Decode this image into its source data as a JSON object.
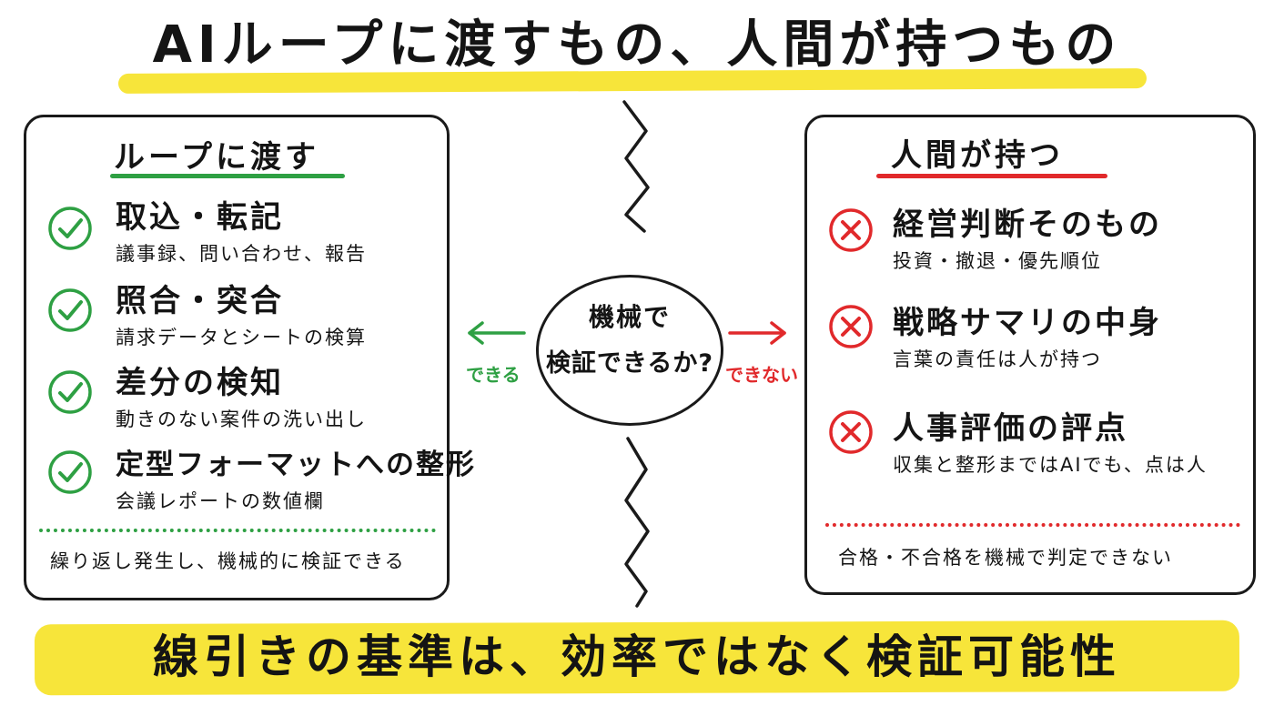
{
  "title": "AIループに渡すもの、人間が持つもの",
  "colors": {
    "accent_yellow": "#f7e53a",
    "ok_green": "#2ea043",
    "ng_red": "#e1292b",
    "ink": "#141414"
  },
  "left_panel": {
    "title": "ループに渡す",
    "icon": "check-circle-icon",
    "items": [
      {
        "head": "取込・転記",
        "sub": "議事録、問い合わせ、報告"
      },
      {
        "head": "照合・突合",
        "sub": "請求データとシートの検算"
      },
      {
        "head": "差分の検知",
        "sub": "動きのない案件の洗い出し"
      },
      {
        "head": "定型フォーマットへの整形",
        "sub": "会議レポートの数値欄"
      }
    ],
    "footer": "繰り返し発生し、機械的に検証できる"
  },
  "center": {
    "line1": "機械で",
    "line2": "検証できるか?",
    "left_label": "できる",
    "right_label": "できない"
  },
  "right_panel": {
    "title": "人間が持つ",
    "icon": "x-circle-icon",
    "items": [
      {
        "head": "経営判断そのもの",
        "sub": "投資・撤退・優先順位"
      },
      {
        "head": "戦略サマリの中身",
        "sub": "言葉の責任は人が持つ"
      },
      {
        "head": "人事評価の評点",
        "sub": "収集と整形まではAIでも、点は人"
      }
    ],
    "footer": "合格・不合格を機械で判定できない"
  },
  "bottom": "線引きの基準は、効率ではなく検証可能性"
}
